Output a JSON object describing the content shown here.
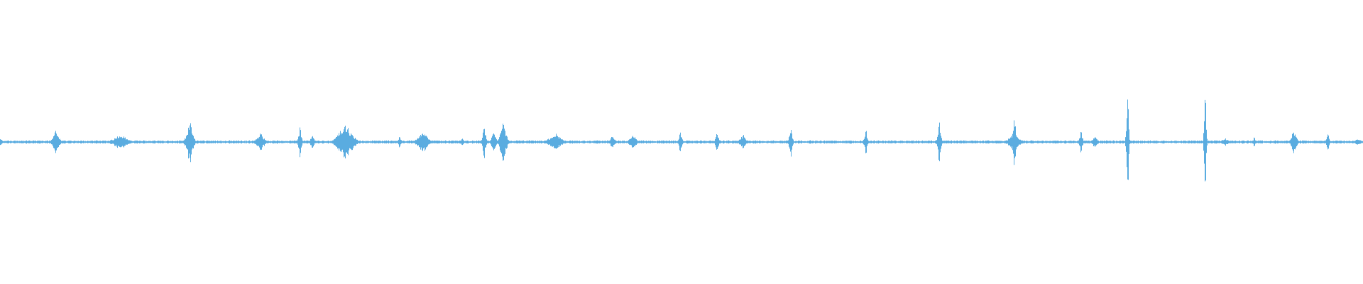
{
  "waveform": {
    "color": "#5aace0",
    "baseline_amplitude": 0.012,
    "bursts": [
      {
        "t": 0.0,
        "amp": 0.03,
        "width": 0.004
      },
      {
        "t": 0.041,
        "amp": 0.1,
        "width": 0.006
      },
      {
        "t": 0.088,
        "amp": 0.06,
        "width": 0.014
      },
      {
        "t": 0.139,
        "amp": 0.18,
        "width": 0.006
      },
      {
        "t": 0.191,
        "amp": 0.07,
        "width": 0.008
      },
      {
        "t": 0.22,
        "amp": 0.13,
        "width": 0.003
      },
      {
        "t": 0.229,
        "amp": 0.08,
        "width": 0.003
      },
      {
        "t": 0.253,
        "amp": 0.15,
        "width": 0.014
      },
      {
        "t": 0.293,
        "amp": 0.05,
        "width": 0.003
      },
      {
        "t": 0.31,
        "amp": 0.09,
        "width": 0.01
      },
      {
        "t": 0.339,
        "amp": 0.03,
        "width": 0.003
      },
      {
        "t": 0.355,
        "amp": 0.14,
        "width": 0.003
      },
      {
        "t": 0.362,
        "amp": 0.1,
        "width": 0.004
      },
      {
        "t": 0.369,
        "amp": 0.16,
        "width": 0.006
      },
      {
        "t": 0.407,
        "amp": 0.07,
        "width": 0.012
      },
      {
        "t": 0.449,
        "amp": 0.05,
        "width": 0.005
      },
      {
        "t": 0.464,
        "amp": 0.07,
        "width": 0.006
      },
      {
        "t": 0.499,
        "amp": 0.09,
        "width": 0.003
      },
      {
        "t": 0.526,
        "amp": 0.09,
        "width": 0.003
      },
      {
        "t": 0.545,
        "amp": 0.06,
        "width": 0.006
      },
      {
        "t": 0.58,
        "amp": 0.13,
        "width": 0.003
      },
      {
        "t": 0.635,
        "amp": 0.11,
        "width": 0.003
      },
      {
        "t": 0.689,
        "amp": 0.21,
        "width": 0.003
      },
      {
        "t": 0.744,
        "amp": 0.24,
        "width": 0.003
      },
      {
        "t": 0.744,
        "amp": 0.08,
        "width": 0.01
      },
      {
        "t": 0.793,
        "amp": 0.1,
        "width": 0.003
      },
      {
        "t": 0.803,
        "amp": 0.05,
        "width": 0.005
      },
      {
        "t": 0.827,
        "amp": 0.55,
        "width": 0.002
      },
      {
        "t": 0.884,
        "amp": 0.53,
        "width": 0.002
      },
      {
        "t": 0.899,
        "amp": 0.03,
        "width": 0.008
      },
      {
        "t": 0.92,
        "amp": 0.04,
        "width": 0.003
      },
      {
        "t": 0.949,
        "amp": 0.1,
        "width": 0.005
      },
      {
        "t": 0.974,
        "amp": 0.08,
        "width": 0.003
      },
      {
        "t": 0.996,
        "amp": 0.03,
        "width": 0.006
      }
    ]
  }
}
